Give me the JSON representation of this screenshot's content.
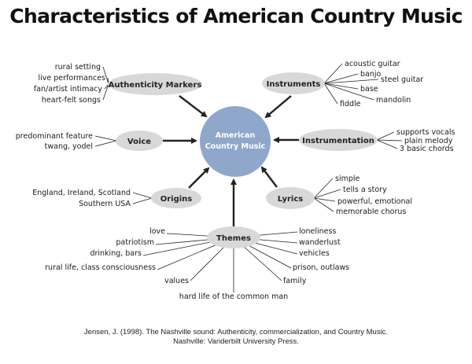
{
  "title": "Characteristics of American Country Music",
  "center": {
    "line1": "American",
    "line2": "Country Music"
  },
  "nodes": {
    "authenticity": {
      "label": "Authenticity Markers",
      "items": [
        "rural setting",
        "live performances",
        "fan/artist intimacy",
        "heart-felt songs"
      ]
    },
    "instruments": {
      "label": "Instruments",
      "items": [
        "acoustic guitar",
        "banjo",
        "steel guitar",
        "base",
        "mandolin",
        "fiddle"
      ]
    },
    "voice": {
      "label": "Voice",
      "items": [
        "predominant feature",
        "twang, yodel"
      ]
    },
    "instrumentation": {
      "label": "Instrumentation",
      "items": [
        "supports vocals",
        "plain melody",
        "3 basic chords"
      ]
    },
    "origins": {
      "label": "Origins",
      "items": [
        "England, Ireland, Scotland",
        "Southern USA"
      ]
    },
    "lyrics": {
      "label": "Lyrics",
      "items": [
        "simple",
        "tells a story",
        "powerful, emotional",
        "memorable chorus"
      ]
    },
    "themes": {
      "label": "Themes",
      "items": [
        "love",
        "patriotism",
        "drinking, bars",
        "rural life, class consciousness",
        "values",
        "hard life of the common man",
        "family",
        "prison, outlaws",
        "vehicles",
        "wanderlust",
        "loneliness"
      ]
    }
  },
  "colors": {
    "center_fill": "#8fa7cb",
    "node_fill": "#d8d8d8",
    "line": "#222222"
  },
  "citation": {
    "line1": "Jensen, J. (1998). The Nashville sound: Authenticity, commercialization, and Country Music.",
    "line2": "Nashville: Vanderbilt University Press."
  }
}
